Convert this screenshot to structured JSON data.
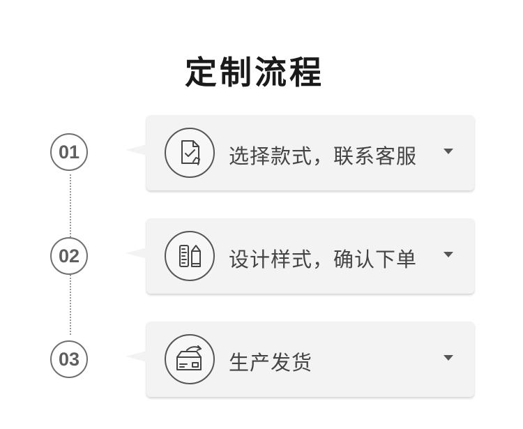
{
  "title": "定制流程",
  "steps": [
    {
      "number": "01",
      "label": "选择款式，联系客服",
      "icon": "document-check-icon"
    },
    {
      "number": "02",
      "label": "设计样式，确认下单",
      "icon": "ruler-pencil-icon"
    },
    {
      "number": "03",
      "label": "生产发货",
      "icon": "delivery-box-icon"
    }
  ],
  "colors": {
    "card_bg": "#f3f3f3",
    "circle_border": "#6f6f6f",
    "text": "#444444"
  }
}
